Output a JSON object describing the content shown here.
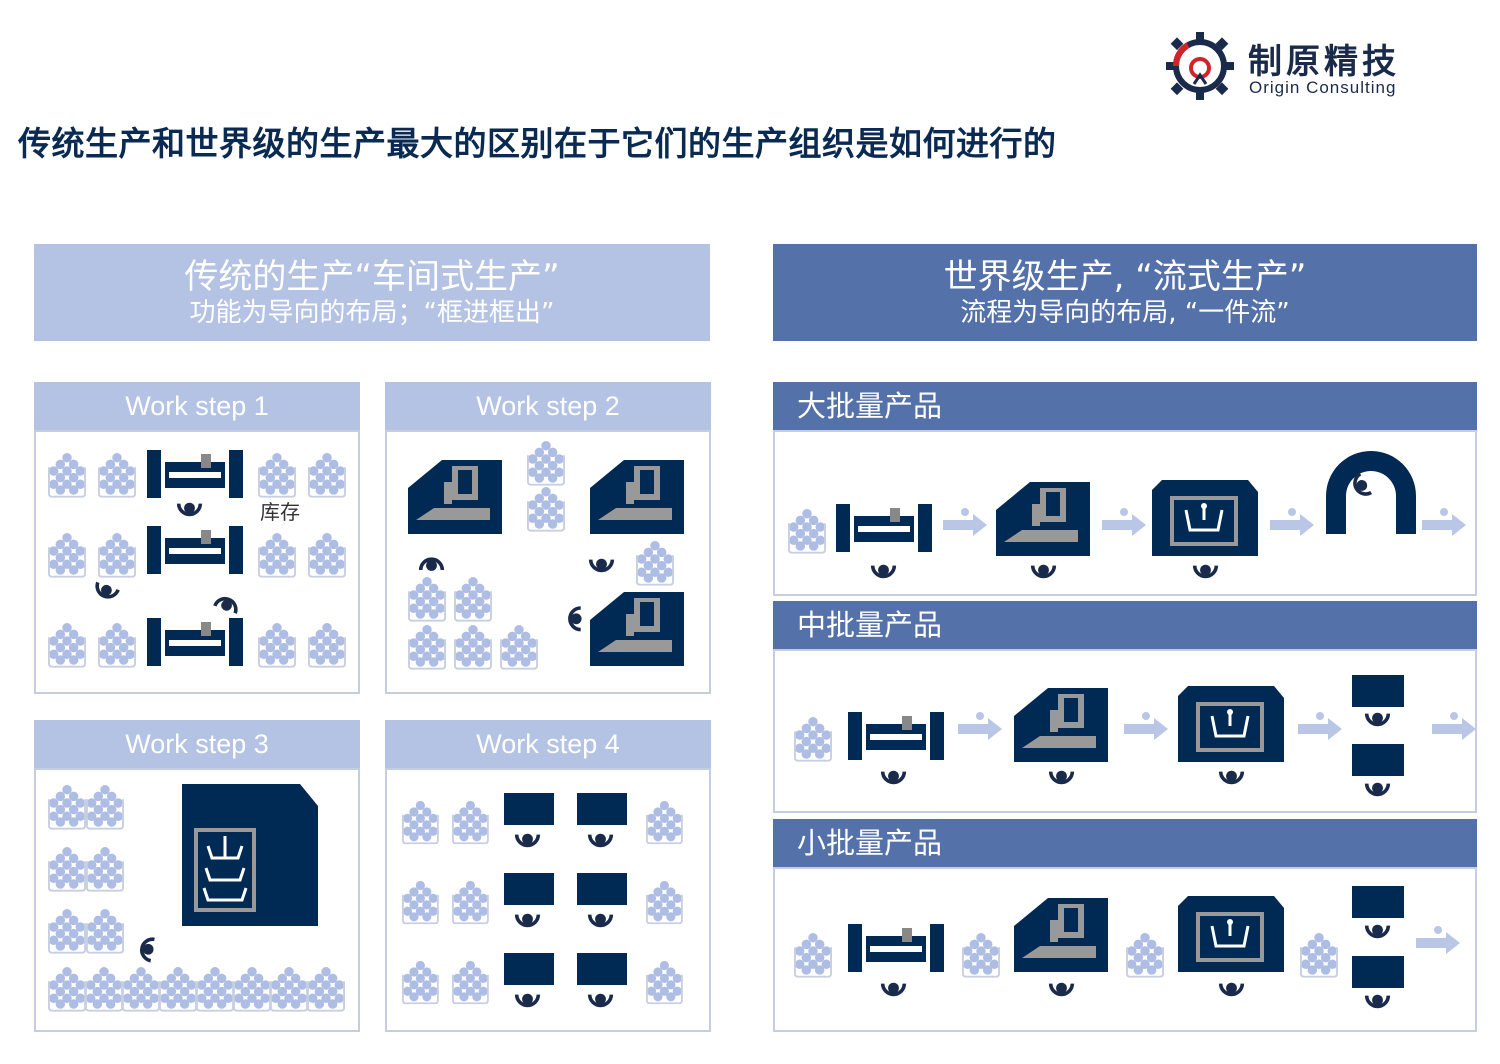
{
  "header": {
    "title": "传统生产和世界级的生产最大的区别在于它们的生产组织是如何进行的"
  },
  "logo": {
    "name_cn": "制原精技",
    "name_en": "Origin Consulting",
    "icon": "gear-logo-icon"
  },
  "left_panel": {
    "title_line1": "传统的生产“车间式生产”",
    "title_line2": "功能为导向的布局；“框进框出”",
    "steps": [
      {
        "label": "Work step 1"
      },
      {
        "label": "Work step 2"
      },
      {
        "label": "Work step 3"
      },
      {
        "label": "Work step 4"
      }
    ],
    "inventory_label": "库存"
  },
  "right_panel": {
    "title_line1": "世界级生产, “流式生产”",
    "title_line2": "流程为导向的布局, “一件流”",
    "sections": [
      {
        "label": "大批量产品"
      },
      {
        "label": "中批量产品"
      },
      {
        "label": "小批量产品"
      }
    ]
  },
  "colors": {
    "navy": "#002953",
    "light_blue": "#b4c3e4",
    "mid_blue": "#5471a9",
    "arrow": "#b9c6e6",
    "logo_red": "#d2232a"
  }
}
